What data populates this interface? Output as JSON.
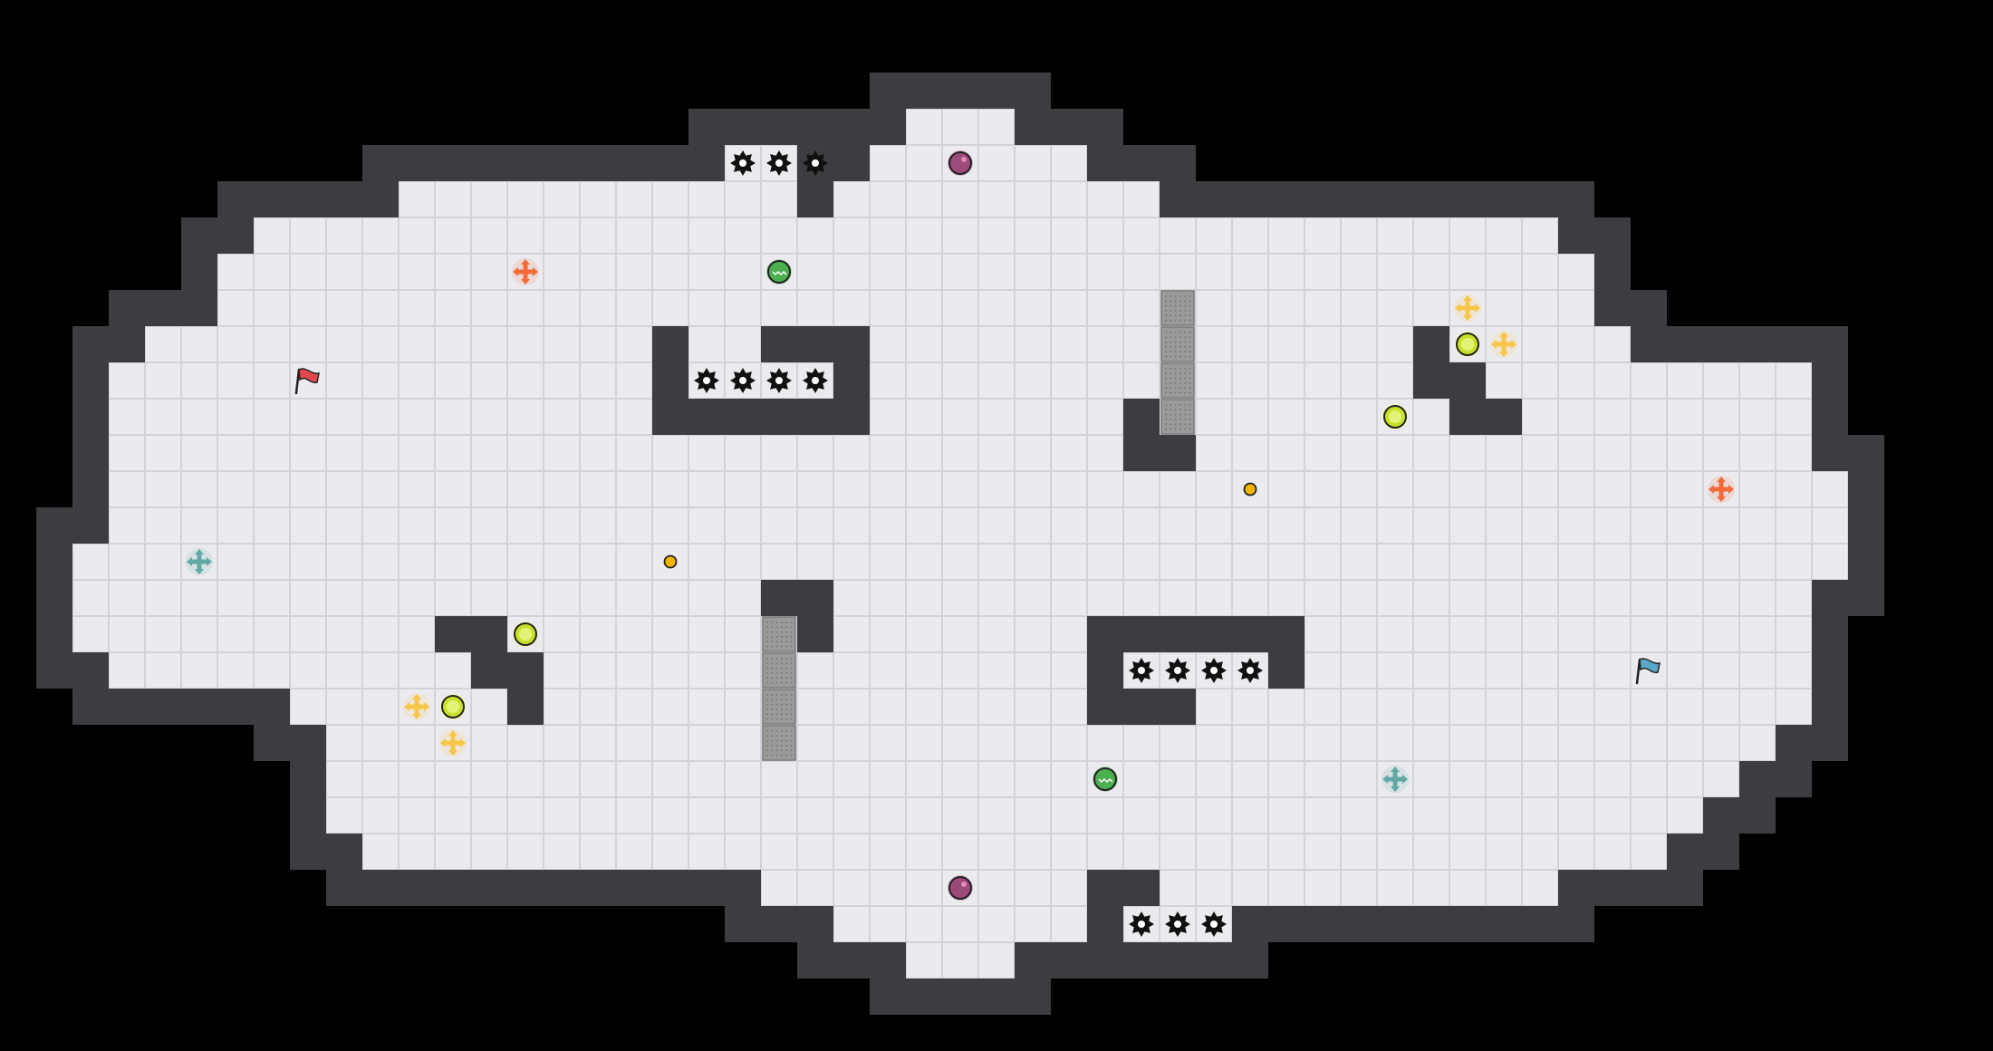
{
  "game": {
    "grid": {
      "cols": 52,
      "rows": 27
    },
    "colors": {
      "background": "#000000",
      "wall": "#3c3c41",
      "wall_shadow": "#2a2a2e",
      "floor": "#ebebef",
      "grid_line": "#d2d2d8",
      "spike": "#111111",
      "grate": "#9a9a9a",
      "flag_red": "#e0474c",
      "flag_blue": "#5aa7c8",
      "ball_yellow": "#c9e02a",
      "ball_green": "#4caf50",
      "ball_purple": "#9c4a7a",
      "coin": "#f2b705",
      "boost_orange": "#f26b3a",
      "boost_yellow": "#f7c548",
      "boost_teal": "#62a8a4"
    },
    "floor_rows": [
      {
        "row": 1,
        "ranges": [
          [
            24,
            26
          ]
        ]
      },
      {
        "row": 2,
        "ranges": [
          [
            19,
            21
          ],
          [
            23,
            28
          ]
        ]
      },
      {
        "row": 3,
        "ranges": [
          [
            10,
            30
          ]
        ]
      },
      {
        "row": 4,
        "ranges": [
          [
            6,
            41
          ]
        ]
      },
      {
        "row": 5,
        "ranges": [
          [
            5,
            42
          ]
        ]
      },
      {
        "row": 6,
        "ranges": [
          [
            5,
            42
          ]
        ]
      },
      {
        "row": 7,
        "ranges": [
          [
            3,
            43
          ]
        ]
      },
      {
        "row": 8,
        "ranges": [
          [
            2,
            48
          ]
        ]
      },
      {
        "row": 9,
        "ranges": [
          [
            2,
            48
          ]
        ]
      },
      {
        "row": 10,
        "ranges": [
          [
            2,
            48
          ]
        ]
      },
      {
        "row": 11,
        "ranges": [
          [
            2,
            49
          ]
        ]
      },
      {
        "row": 12,
        "ranges": [
          [
            2,
            49
          ]
        ]
      },
      {
        "row": 13,
        "ranges": [
          [
            1,
            49
          ]
        ]
      },
      {
        "row": 14,
        "ranges": [
          [
            1,
            48
          ]
        ]
      },
      {
        "row": 15,
        "ranges": [
          [
            1,
            48
          ]
        ]
      },
      {
        "row": 16,
        "ranges": [
          [
            2,
            48
          ]
        ]
      },
      {
        "row": 17,
        "ranges": [
          [
            7,
            48
          ]
        ]
      },
      {
        "row": 18,
        "ranges": [
          [
            8,
            47
          ]
        ]
      },
      {
        "row": 19,
        "ranges": [
          [
            8,
            46
          ]
        ]
      },
      {
        "row": 20,
        "ranges": [
          [
            8,
            45
          ]
        ]
      },
      {
        "row": 21,
        "ranges": [
          [
            9,
            44
          ]
        ]
      },
      {
        "row": 22,
        "ranges": [
          [
            20,
            41
          ]
        ]
      },
      {
        "row": 23,
        "ranges": [
          [
            22,
            29
          ],
          [
            29,
            32
          ]
        ]
      },
      {
        "row": 24,
        "ranges": [
          [
            24,
            26
          ]
        ]
      }
    ],
    "inner_walls": [
      {
        "c": 21,
        "r": 2
      },
      {
        "c": 22,
        "r": 2
      },
      {
        "c": 21,
        "r": 3
      },
      {
        "c": 17,
        "r": 7
      },
      {
        "c": 17,
        "r": 8
      },
      {
        "c": 17,
        "r": 9
      },
      {
        "c": 18,
        "r": 9
      },
      {
        "c": 19,
        "r": 9
      },
      {
        "c": 20,
        "r": 9
      },
      {
        "c": 21,
        "r": 9
      },
      {
        "c": 20,
        "r": 7
      },
      {
        "c": 21,
        "r": 7
      },
      {
        "c": 22,
        "r": 7
      },
      {
        "c": 22,
        "r": 8
      },
      {
        "c": 22,
        "r": 9
      },
      {
        "c": 30,
        "r": 9
      },
      {
        "c": 30,
        "r": 10
      },
      {
        "c": 31,
        "r": 10
      },
      {
        "c": 38,
        "r": 7
      },
      {
        "c": 38,
        "r": 8
      },
      {
        "c": 39,
        "r": 8
      },
      {
        "c": 39,
        "r": 9
      },
      {
        "c": 40,
        "r": 9
      },
      {
        "c": 11,
        "r": 15
      },
      {
        "c": 12,
        "r": 15
      },
      {
        "c": 12,
        "r": 16
      },
      {
        "c": 13,
        "r": 16
      },
      {
        "c": 13,
        "r": 17
      },
      {
        "c": 20,
        "r": 14
      },
      {
        "c": 21,
        "r": 14
      },
      {
        "c": 21,
        "r": 15
      },
      {
        "c": 29,
        "r": 15
      },
      {
        "c": 30,
        "r": 15
      },
      {
        "c": 31,
        "r": 15
      },
      {
        "c": 32,
        "r": 15
      },
      {
        "c": 33,
        "r": 15
      },
      {
        "c": 34,
        "r": 15
      },
      {
        "c": 29,
        "r": 16
      },
      {
        "c": 34,
        "r": 16
      },
      {
        "c": 29,
        "r": 17
      },
      {
        "c": 30,
        "r": 17
      },
      {
        "c": 31,
        "r": 17
      },
      {
        "c": 29,
        "r": 22
      },
      {
        "c": 30,
        "r": 22
      },
      {
        "c": 29,
        "r": 23
      }
    ],
    "spikes": [
      {
        "c": 19,
        "r": 2
      },
      {
        "c": 20,
        "r": 2
      },
      {
        "c": 21,
        "r": 2
      },
      {
        "c": 18,
        "r": 8
      },
      {
        "c": 19,
        "r": 8
      },
      {
        "c": 20,
        "r": 8
      },
      {
        "c": 21,
        "r": 8
      },
      {
        "c": 30,
        "r": 16
      },
      {
        "c": 31,
        "r": 16
      },
      {
        "c": 32,
        "r": 16
      },
      {
        "c": 33,
        "r": 16
      },
      {
        "c": 30,
        "r": 23
      },
      {
        "c": 31,
        "r": 23
      },
      {
        "c": 32,
        "r": 23
      }
    ],
    "grates": [
      {
        "c": 31,
        "r": 6
      },
      {
        "c": 31,
        "r": 7
      },
      {
        "c": 31,
        "r": 8
      },
      {
        "c": 31,
        "r": 9
      },
      {
        "c": 20,
        "r": 15
      },
      {
        "c": 20,
        "r": 16
      },
      {
        "c": 20,
        "r": 17
      },
      {
        "c": 20,
        "r": 18
      }
    ],
    "flags": [
      {
        "team": "red",
        "c": 7,
        "r": 8
      },
      {
        "team": "blue",
        "c": 44,
        "r": 16
      }
    ],
    "balls": [
      {
        "kind": "purple",
        "c": 25,
        "r": 2
      },
      {
        "kind": "purple",
        "c": 25,
        "r": 22
      },
      {
        "kind": "green",
        "c": 20,
        "r": 5
      },
      {
        "kind": "green",
        "c": 29,
        "r": 19
      },
      {
        "kind": "yellow",
        "c": 39,
        "r": 7
      },
      {
        "kind": "yellow",
        "c": 37,
        "r": 9
      },
      {
        "kind": "yellow",
        "c": 13,
        "r": 15
      },
      {
        "kind": "yellow",
        "c": 11,
        "r": 17
      }
    ],
    "coins": [
      {
        "c": 17,
        "r": 13
      },
      {
        "c": 33,
        "r": 11
      }
    ],
    "boosts": [
      {
        "kind": "orange",
        "c": 13,
        "r": 5
      },
      {
        "kind": "orange",
        "c": 46,
        "r": 11
      },
      {
        "kind": "yellow",
        "c": 39,
        "r": 6
      },
      {
        "kind": "yellow",
        "c": 40,
        "r": 7
      },
      {
        "kind": "yellow",
        "c": 10,
        "r": 17
      },
      {
        "kind": "yellow",
        "c": 11,
        "r": 18
      },
      {
        "kind": "teal",
        "c": 4,
        "r": 13
      },
      {
        "kind": "teal",
        "c": 37,
        "r": 19
      }
    ]
  }
}
